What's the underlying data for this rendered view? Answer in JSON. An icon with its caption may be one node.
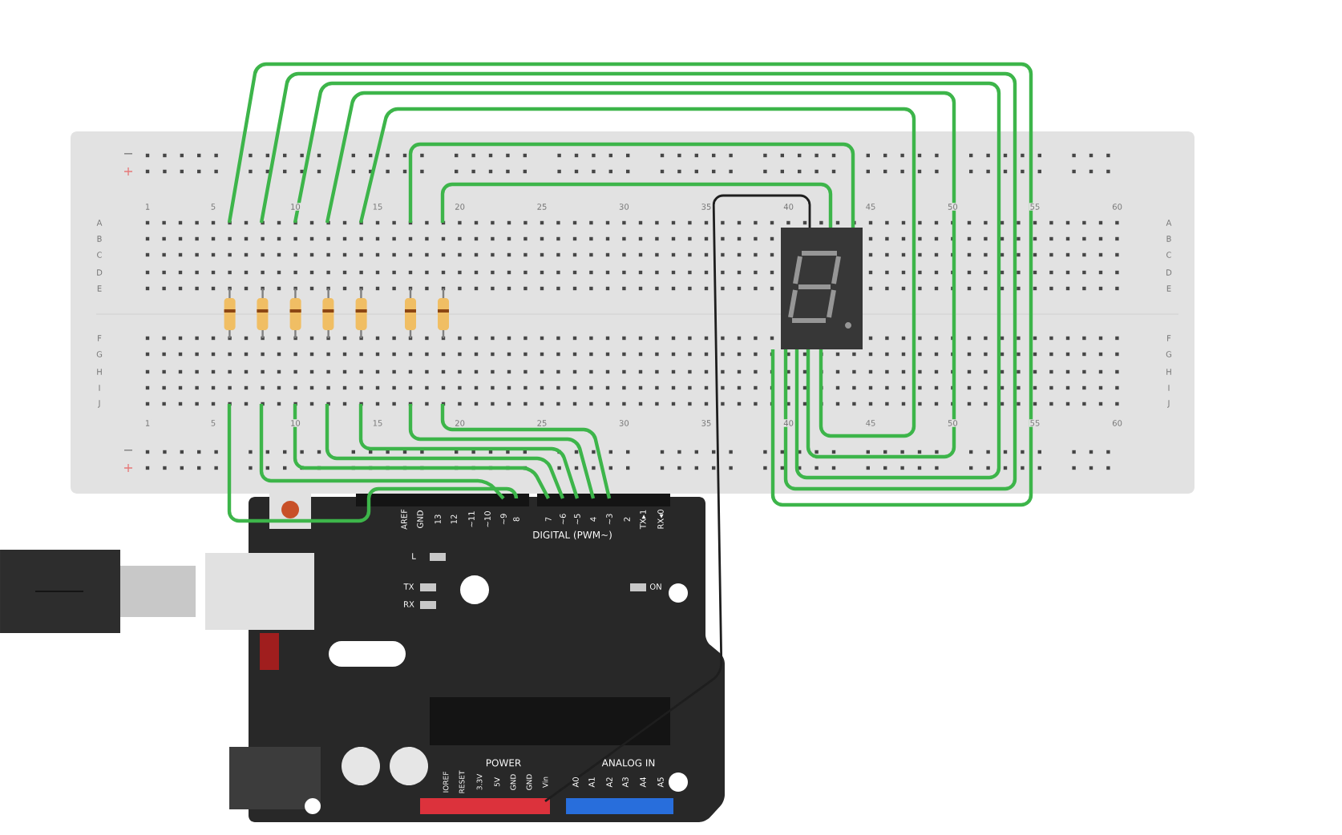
{
  "diagram": {
    "labels": [
      "−",
      "+",
      "1",
      "5",
      "10",
      "15",
      "20",
      "25",
      "30",
      "35",
      "40",
      "45",
      "50",
      "55",
      "60",
      "A",
      "A",
      "B",
      "B",
      "C",
      "C",
      "D",
      "D",
      "E",
      "E",
      "F",
      "F",
      "G",
      "G",
      "H",
      "H",
      "I",
      "I",
      "J",
      "J",
      "1",
      "5",
      "10",
      "15",
      "20",
      "25",
      "30",
      "35",
      "40",
      "45",
      "50",
      "55",
      "60",
      "−",
      "+",
      "AREF",
      "GND",
      "13",
      "12",
      "~11",
      "~10",
      "~9",
      "8",
      "7",
      "~6",
      "~5",
      "4",
      "~3",
      "2",
      "TX▸1",
      "RX◂0",
      "DIGITAL (PWM~)",
      "L",
      "TX",
      "RX",
      "ON",
      "POWER",
      "ANALOG IN",
      "IOREF",
      "RESET",
      "3.3V",
      "5V",
      "GND",
      "GND",
      "Vin",
      "A0",
      "A1",
      "A2",
      "A3",
      "A4",
      "A5"
    ]
  }
}
